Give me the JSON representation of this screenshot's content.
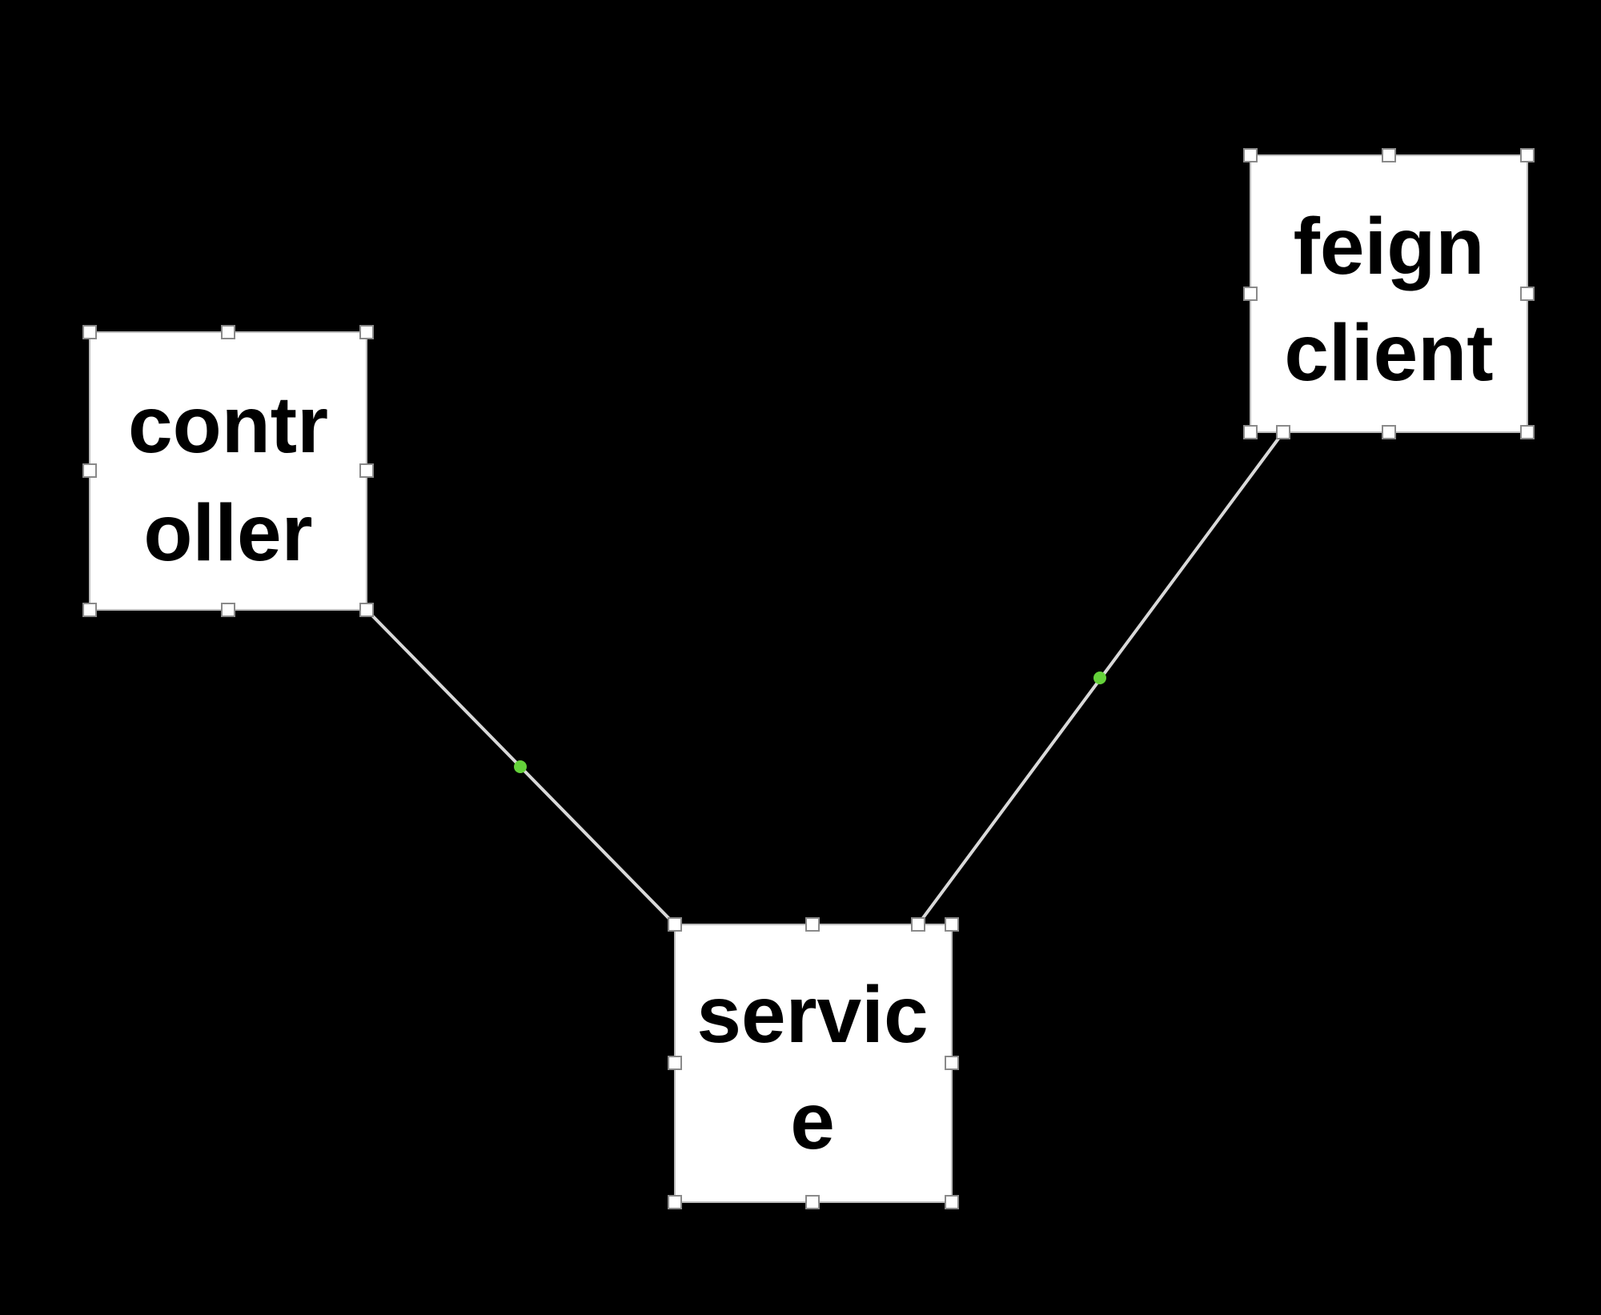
{
  "diagram": {
    "background": "#000000",
    "node_fill": "#ffffff",
    "text_color": "#000000",
    "edge_color": "#d9d9d9",
    "edge_midpoint_color": "#64d13a",
    "nodes": [
      {
        "id": "controller",
        "lines": [
          "contr",
          "oller"
        ]
      },
      {
        "id": "feign-client",
        "lines": [
          "feign",
          "client"
        ]
      },
      {
        "id": "service",
        "lines": [
          "servic",
          "e"
        ]
      }
    ],
    "edges": [
      {
        "from": "controller",
        "to": "service"
      },
      {
        "from": "feign-client",
        "to": "service"
      }
    ]
  }
}
